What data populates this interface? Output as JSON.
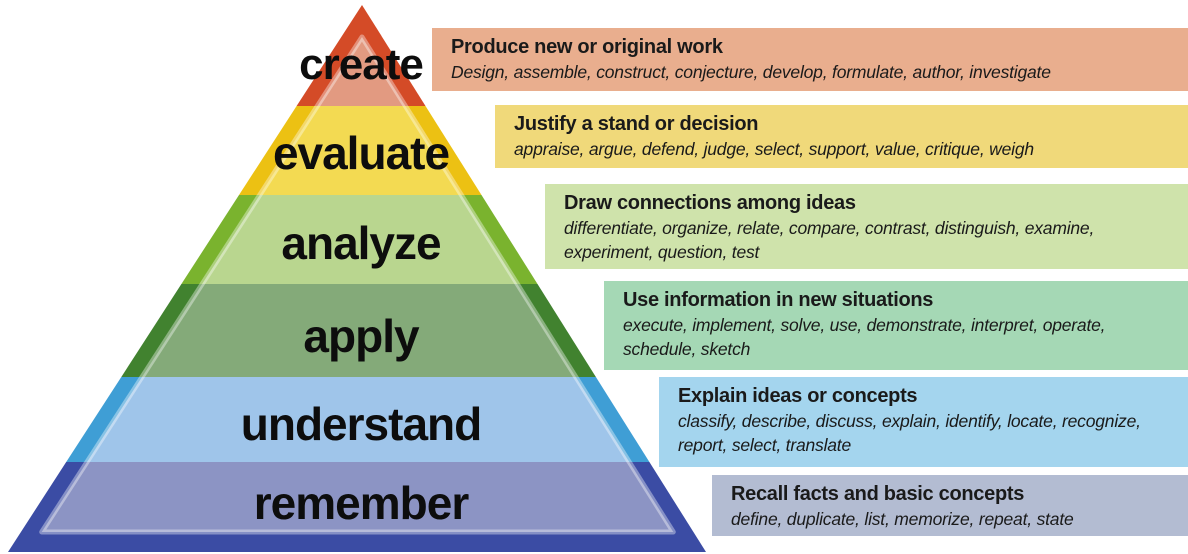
{
  "background_color": "#ffffff",
  "label_text_color": "#0d0d0d",
  "box_text_color": "#1a1a1a",
  "levels": [
    {
      "label": "create",
      "band_edge_color": "#d44b27",
      "band_inner_color": "#e29a81",
      "box_color": "#e9ae8e",
      "heading": "Produce new or original work",
      "verbs": "Design, assemble, construct, conjecture, develop, formulate, author, investigate"
    },
    {
      "label": "evaluate",
      "band_edge_color": "#ecc113",
      "band_inner_color": "#f3da52",
      "box_color": "#f0d97a",
      "heading": "Justify a stand or decision",
      "verbs": "appraise, argue, defend, judge, select, support, value, critique, weigh"
    },
    {
      "label": "analyze",
      "band_edge_color": "#7ab32e",
      "band_inner_color": "#b9d68f",
      "box_color": "#cfe3ab",
      "heading": "Draw connections among ideas",
      "verbs": "differentiate, organize, relate, compare, contrast, distinguish, examine, experiment, question, test"
    },
    {
      "label": "apply",
      "band_edge_color": "#41822f",
      "band_inner_color": "#84aa79",
      "box_color": "#a5d8b5",
      "heading": "Use information in new situations",
      "verbs": "execute, implement, solve, use, demonstrate, interpret, operate, schedule, sketch"
    },
    {
      "label": "understand",
      "band_edge_color": "#3f9ed5",
      "band_inner_color": "#9fc5ea",
      "box_color": "#a4d5ee",
      "heading": "Explain ideas or concepts",
      "verbs": "classify, describe, discuss, explain, identify, locate, recognize, report, select, translate"
    },
    {
      "label": "remember",
      "band_edge_color": "#3b4ca4",
      "band_inner_color": "#8c94c4",
      "box_color": "#b3bcd2",
      "heading": "Recall facts and basic concepts",
      "verbs": "define, duplicate, list, memorize, repeat, state"
    }
  ]
}
